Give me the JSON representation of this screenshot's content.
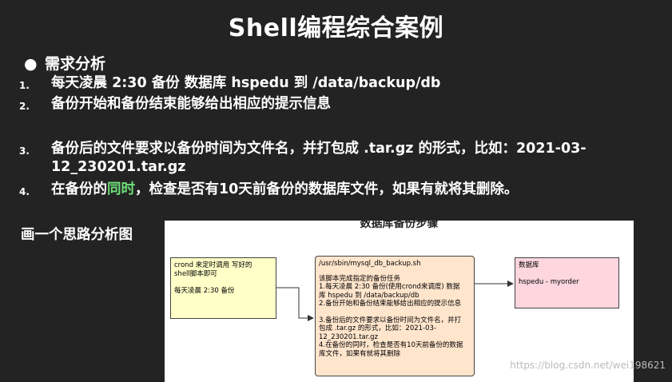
{
  "title": "Shell编程综合案例",
  "requirements": {
    "heading": "需求分析",
    "items": [
      {
        "num": "1.",
        "text": "每天凌晨 2:30 备份 数据库 hspedu 到 /data/backup/db"
      },
      {
        "num": "2.",
        "text": "备份开始和备份结束能够给出相应的提示信息"
      },
      {
        "num": "3.",
        "line1": "备份后的文件要求以备份时间为文件名，并打包成 .tar.gz 的形式，比如：2021-03-",
        "line2": "12_230201.tar.gz"
      },
      {
        "num": "4.",
        "before": "在备份的",
        "highlight": "同时",
        "after": "，检查是否有10天前备份的数据库文件，如果有就将其删除。"
      }
    ]
  },
  "diagram_label": "画一个思路分析图",
  "diagram": {
    "title": "数据库备份步骤",
    "crond_box": {
      "line1": "crond 来定时调用 写好的",
      "line2": "shell脚本即可",
      "line3": "每天凌晨 2:30 备份"
    },
    "script_box": {
      "path": "/usr/sbin/mysql_db_backup.sh",
      "lines": [
        "该脚本完成指定的备份任务",
        "1.每天凌晨 2:30 备份(使用crond来调度) 数据",
        "库 hspedu 到 /data/backup/db",
        "2.备份开始和备份结束能够给出相应的提示信息",
        "",
        "3.备份后的文件要求以备份时间为文件名，并打",
        "包成 .tar.gz 的形式，比如：2021-03-",
        "12_230201.tar.gz",
        "4.在备份的同时，检查是否有10天前备份的数据",
        "库文件，如果有就将其删除"
      ]
    },
    "db_box": {
      "label": "数据库",
      "value": "hspedu - myorder"
    }
  },
  "watermark": "https://blog.csdn.net/wei198621"
}
